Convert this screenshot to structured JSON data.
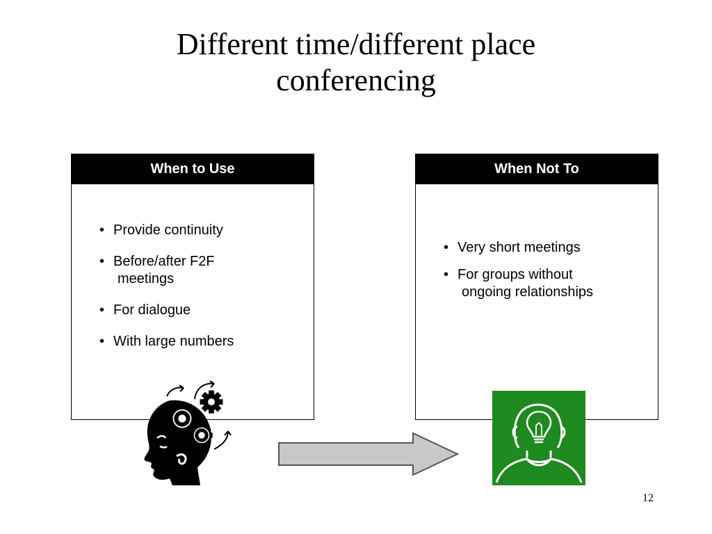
{
  "title": {
    "line1": "Different time/different place",
    "line2": "conferencing"
  },
  "left_panel": {
    "header": "When to Use",
    "items": [
      {
        "text": "Provide continuity",
        "cont": ""
      },
      {
        "text": "Before/after F2F",
        "cont": "meetings"
      },
      {
        "text": "For dialogue",
        "cont": ""
      },
      {
        "text": "With large numbers",
        "cont": ""
      }
    ]
  },
  "right_panel": {
    "header": "When Not To",
    "items": [
      {
        "text": "Very short meetings",
        "cont": ""
      },
      {
        "text": "For groups without",
        "cont": "ongoing relationships"
      }
    ]
  },
  "illustrations": {
    "left": "head-gears-icon",
    "middle": "arrow-right-icon",
    "right": "head-lightbulb-icon"
  },
  "colors": {
    "header_bg": "#000000",
    "bulb_bg": "#1f8a1f",
    "arrow_fill": "#c8c8c8"
  },
  "page_number": "12"
}
